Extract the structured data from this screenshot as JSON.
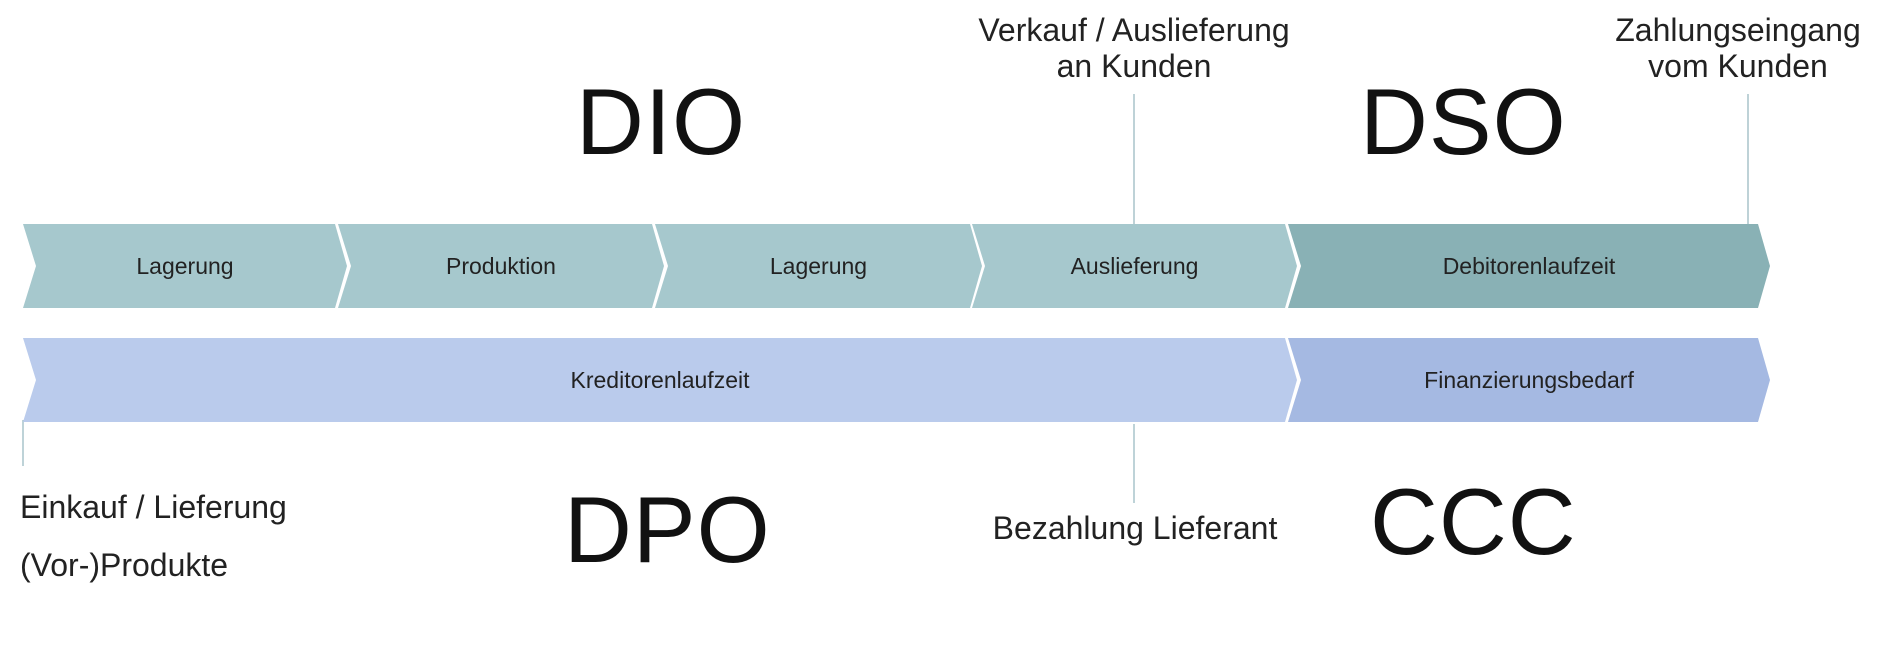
{
  "colors": {
    "phase_light": "#a6c8cd",
    "phase_dark": "#89b1b5",
    "financing_light": "#bacbec",
    "financing_dark": "#a5b9e2",
    "connector": "#a9c4ca",
    "text": "#222222"
  },
  "phase_row": [
    {
      "label": "Lagerung",
      "shade": "light"
    },
    {
      "label": "Produktion",
      "shade": "light"
    },
    {
      "label": "Lagerung",
      "shade": "light"
    },
    {
      "label": "Auslieferung",
      "shade": "light"
    },
    {
      "label": "Debitorenlaufzeit",
      "shade": "dark"
    }
  ],
  "financing_row": [
    {
      "label": "Kreditorenlaufzeit",
      "shade": "light"
    },
    {
      "label": "Finanzierungsbedarf",
      "shade": "dark"
    }
  ],
  "metrics": {
    "dio": "DIO",
    "dso": "DSO",
    "dpo": "DPO",
    "ccc": "CCC"
  },
  "events": {
    "sale_line1": "Verkauf / Auslieferung",
    "sale_line2": "an Kunden",
    "payment_line1": "Zahlungseingang",
    "payment_line2": "vom Kunden",
    "purchase_line1": "Einkauf / Lieferung",
    "purchase_line2": "(Vor-)Produkte",
    "supplier_payment": "Bezahlung Lieferant"
  }
}
